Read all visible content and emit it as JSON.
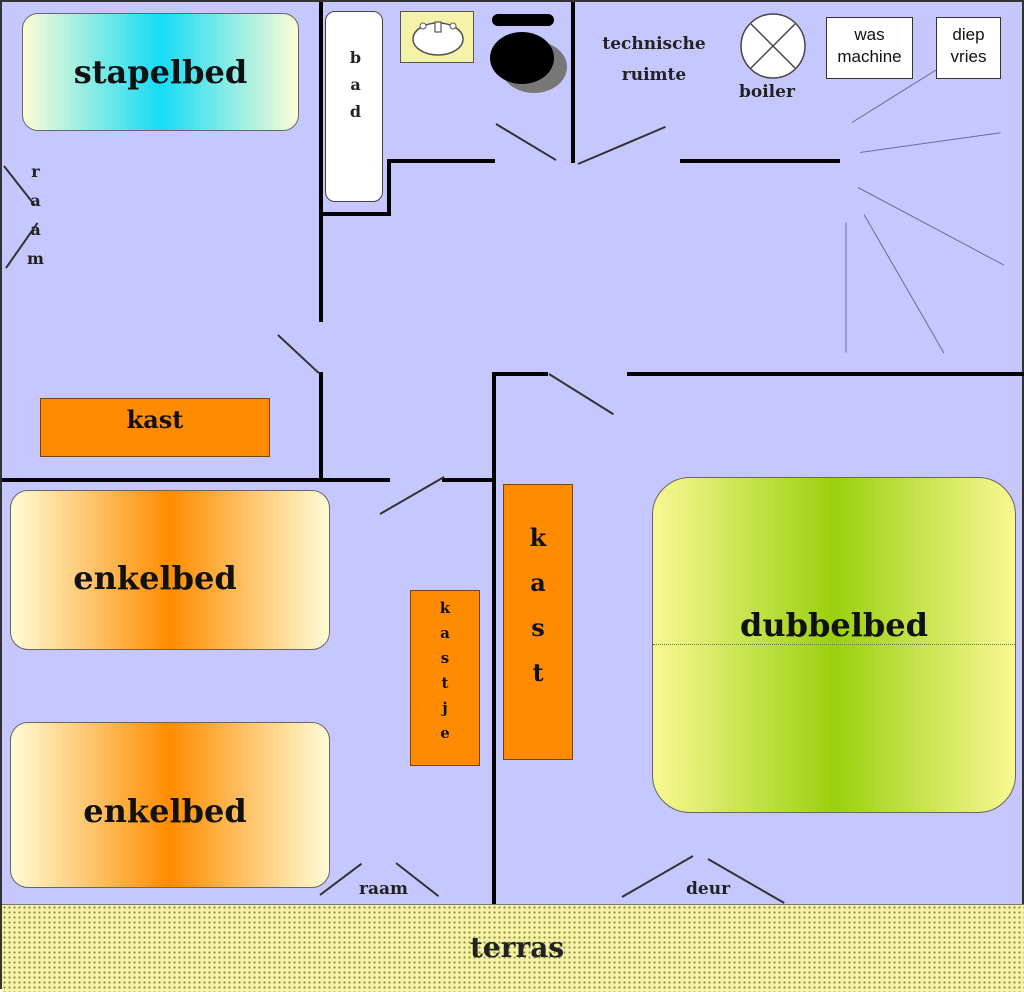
{
  "rooms": {
    "stapelbed": "stapelbed",
    "raam_left": "raam",
    "kast_top": "kast",
    "bad": "bad",
    "technische_ruimte_line1": "technische",
    "technische_ruimte_line2": "ruimte",
    "boiler": "boiler",
    "was_line1": "was",
    "was_line2": "machine",
    "diep_line1": "diep",
    "diep_line2": "vries",
    "enkelbed_1": "enkelbed",
    "enkelbed_2": "enkelbed",
    "kastje": "kastje",
    "kast_mid": "kast",
    "dubbelbed": "dubbelbed",
    "raam_bottom": "raam",
    "deur": "deur",
    "terras": "terras"
  },
  "colors": {
    "floor": "#c7c7ff",
    "kast": "#ff8c00",
    "terras": "#f6f3a6"
  }
}
